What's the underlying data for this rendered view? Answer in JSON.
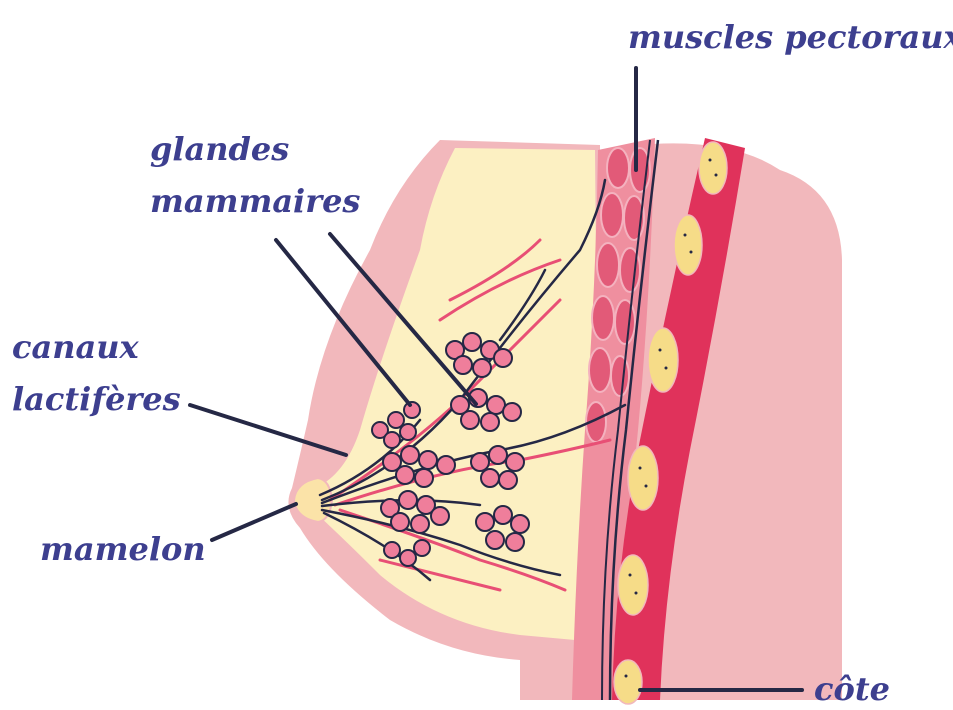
{
  "labels": {
    "pectoral_muscles": "muscles pectoraux",
    "mammary_glands_line1": "glandes",
    "mammary_glands_line2": "mammaires",
    "milk_ducts_line1": "canaux",
    "milk_ducts_line2": "lactifères",
    "nipple": "mamelon",
    "rib": "côte"
  },
  "colors": {
    "label_text": "#3d3f8f",
    "leader_line": "#252845",
    "skin_outer": "#f2b8bc",
    "breast_tissue": "#fcf0c2",
    "muscle": "#ef8f9f",
    "muscle_cell": "#e25a78",
    "rib_band": "#e0325b",
    "rib_bone": "#f6dc88",
    "gland_lobule": "#ef7e9b",
    "duct_dark": "#252845",
    "duct_pink": "#e84f75"
  }
}
